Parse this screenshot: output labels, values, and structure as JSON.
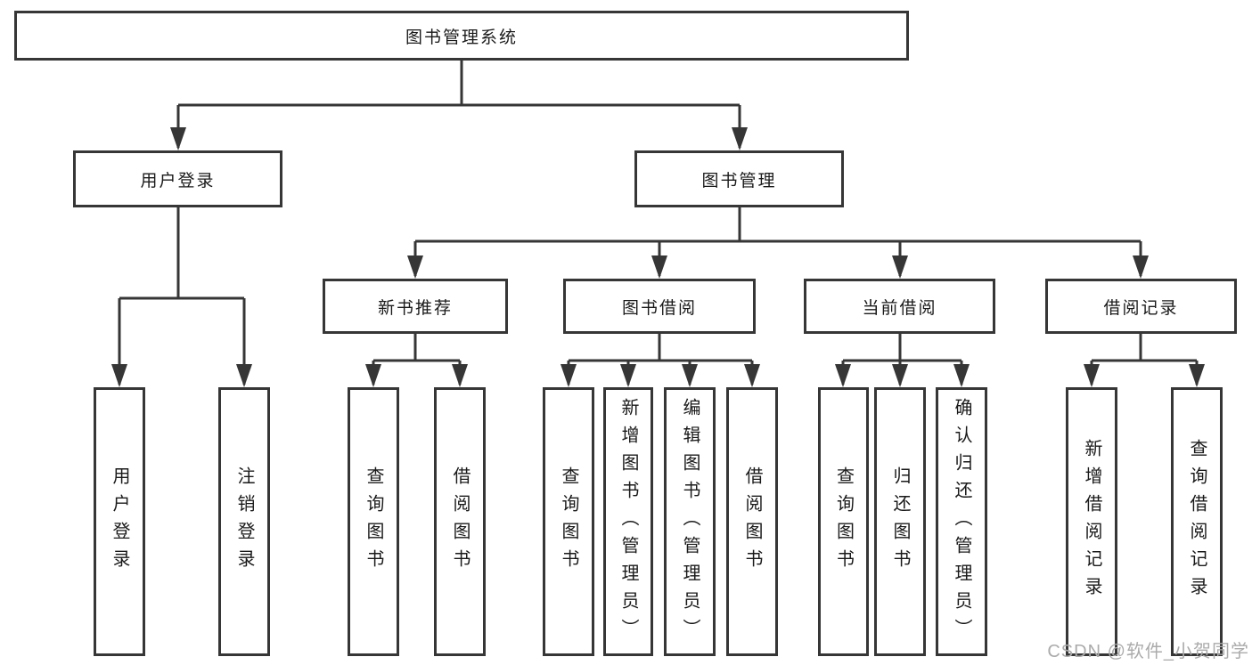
{
  "root": {
    "label": "图书管理系统"
  },
  "level2": [
    {
      "label": "用户登录"
    },
    {
      "label": "图书管理"
    }
  ],
  "level3": [
    {
      "label": "新书推荐"
    },
    {
      "label": "图书借阅"
    },
    {
      "label": "当前借阅"
    },
    {
      "label": "借阅记录"
    }
  ],
  "leaves": {
    "userLogin": [
      "用户登录",
      "注销登录"
    ],
    "newBookRec": [
      "查询图书",
      "借阅图书"
    ],
    "bookBorrow": [
      "查询图书",
      "新增图书（管理员）",
      "编辑图书（管理员）",
      "借阅图书"
    ],
    "currentBorrow": [
      "查询图书",
      "归还图书",
      "确认归还（管理员）"
    ],
    "borrowRecords": [
      "新增借阅记录",
      "查询借阅记录"
    ]
  },
  "watermark": {
    "text": "CSDN @软件_小贺同学"
  },
  "colors": {
    "line": "#363636",
    "text": "#1a1a1a",
    "watermark": "#ababab",
    "background": "#ffffff"
  }
}
